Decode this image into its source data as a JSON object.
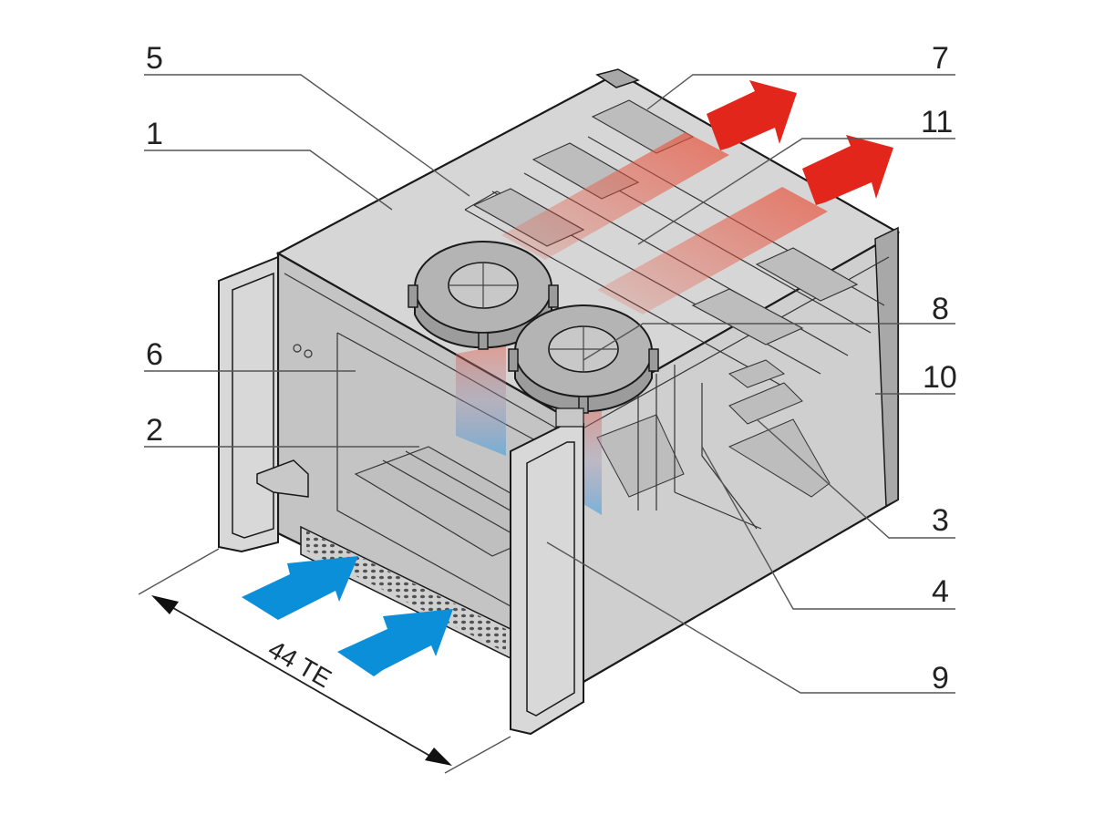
{
  "diagram": {
    "colors": {
      "housing": "#c9c9c9",
      "housing_light": "#dcdcdc",
      "housing_dark": "#a8a8a8",
      "outline": "#1a1a1a",
      "airflow_in": "#0a8fd8",
      "airflow_out": "#e2261b",
      "heat_trail": "#e8553f",
      "cool_trail": "#4aa3e0"
    },
    "icons": [
      "fan-icon",
      "airflow-arrow-icon",
      "dimension-arrow-icon"
    ],
    "callouts": [
      {
        "id": "c5",
        "label": "5"
      },
      {
        "id": "c7",
        "label": "7"
      },
      {
        "id": "c1",
        "label": "1"
      },
      {
        "id": "c11",
        "label": "11"
      },
      {
        "id": "c8",
        "label": "8"
      },
      {
        "id": "c6",
        "label": "6"
      },
      {
        "id": "c10",
        "label": "10"
      },
      {
        "id": "c2",
        "label": "2"
      },
      {
        "id": "c3",
        "label": "3"
      },
      {
        "id": "c4",
        "label": "4"
      },
      {
        "id": "c9",
        "label": "9"
      }
    ],
    "dimension": {
      "label": "44 TE"
    }
  }
}
